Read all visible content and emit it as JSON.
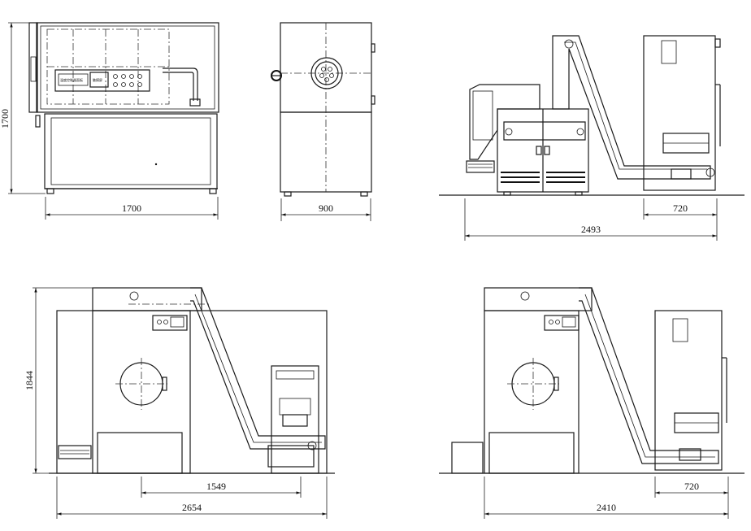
{
  "views": {
    "front_top": {
      "height_label": "1700",
      "width_label": "1700",
      "panel_left_label": "温度控制器面板",
      "panel_mid_label": "触摸屏"
    },
    "side_top": {
      "width_label": "900"
    },
    "right_top": {
      "overall_label": "2493",
      "sub_label": "720"
    },
    "front_bottom": {
      "height_label": "1844",
      "inner_label": "1549",
      "overall_label": "2654"
    },
    "side_bottom": {
      "sub_label": "720",
      "overall_label": "2410"
    }
  }
}
